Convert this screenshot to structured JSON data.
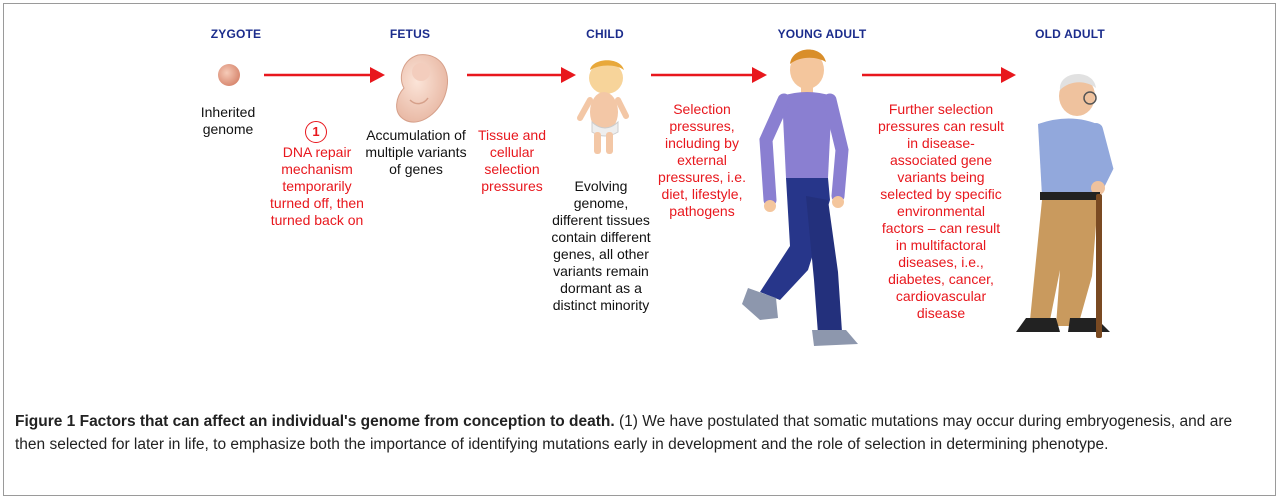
{
  "stages": {
    "zygote": "ZYGOTE",
    "fetus": "FETUS",
    "child": "CHILD",
    "young_adult": "YOUNG ADULT",
    "old_adult": "OLD ADULT"
  },
  "descriptions": {
    "zygote": "Inherited genome",
    "fetus": "Accumulation of multiple variants of genes",
    "child": "Evolving genome, different tissues contain different genes, all other variants remain dormant as a distinct minority"
  },
  "transitions": {
    "step_marker": "1",
    "zygote_to_fetus": "DNA repair mechanism temporarily turned off, then turned back on",
    "fetus_to_child": "Tissue and cellular selection pressures",
    "child_to_young_adult": "Selection pressures, including by external pressures, i.e. diet, lifestyle, pathogens",
    "young_adult_to_old_adult": "Further selection pressures can result in disease-associated gene variants being selected by specific environmental factors – can result in multifactoral diseases, i.e., diabetes, cancer, cardiovascular disease"
  },
  "caption": {
    "title": "Figure 1 Factors that can affect an individual's genome from conception to death.",
    "body": " (1) We have postulated that somatic mutations may occur during embryogenesis, and are then selected for later in life, to emphasize both the importance of identifying mutations early in development and the role of selection in determining phenotype."
  },
  "colors": {
    "stage_label": "#1b2c8c",
    "arrow": "#e8171d",
    "transition_text": "#e8171d",
    "description_text": "#111111"
  }
}
